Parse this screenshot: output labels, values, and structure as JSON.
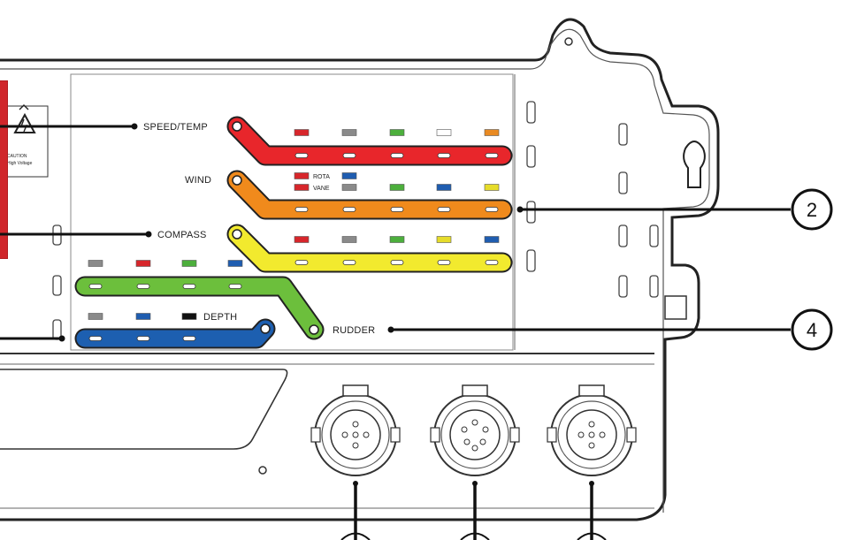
{
  "labels": {
    "speed_temp": "SPEED/TEMP",
    "wind": "WIND",
    "compass": "COMPASS",
    "rudder": "RUDDER",
    "depth": "DEPTH",
    "rota": "ROTA",
    "vane": "VANE",
    "caution_title": "CAUTION",
    "caution_sub": "High Voltage"
  },
  "callouts": {
    "c2": "2",
    "c4": "4"
  },
  "colors": {
    "speed_temp": "#e8262b",
    "wind": "#f08a1c",
    "compass": "#f2ea2e",
    "rudder": "#6cbf3c",
    "depth": "#1d5fb0",
    "pin_red": "#d7262b",
    "pin_grey": "#8a8a8a",
    "pin_green": "#4caf3c",
    "pin_white": "#ffffff",
    "pin_orange": "#e98a22",
    "pin_blue": "#1f5db0",
    "pin_yellow": "#e6dc2a",
    "pin_black": "#111111"
  }
}
